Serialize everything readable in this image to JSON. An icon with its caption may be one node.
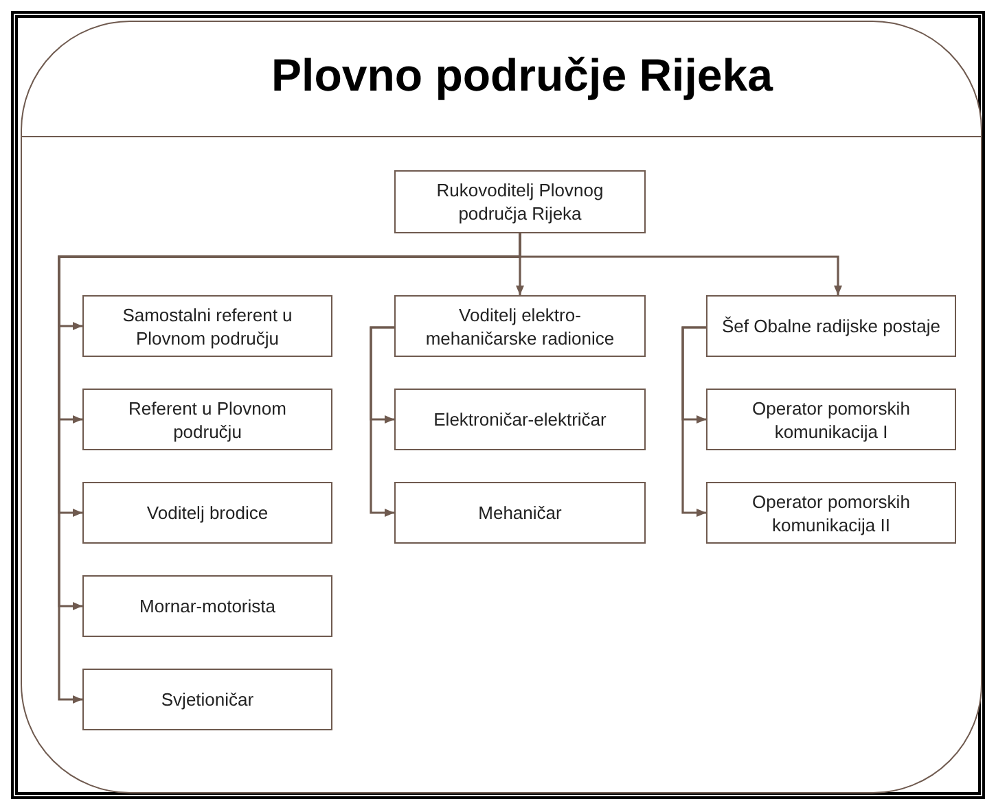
{
  "diagram": {
    "title": "Plovno područje Rijeka",
    "nodes": [
      {
        "text": [
          "Rukovoditelj Plovnog područja Rijeka"
        ]
      },
      {
        "text": [
          "Samostalni referent u Plovnom području"
        ]
      },
      {
        "text": [
          "Referent u Plovnom području"
        ]
      },
      {
        "text": [
          "Voditelj brodice"
        ]
      },
      {
        "text": [
          "Mornar-motorista"
        ]
      },
      {
        "text": [
          "Svjetioničar"
        ]
      },
      {
        "text": [
          "Voditelj elektro-mehaničarske radionice"
        ]
      },
      {
        "text": [
          "Elektroničar-električar"
        ]
      },
      {
        "text": [
          "Mehaničar"
        ]
      },
      {
        "text": [
          "Šef Obalne radijske postaje"
        ]
      },
      {
        "text": [
          "Operator pomorskih komunikacija I"
        ]
      },
      {
        "text": [
          "Operator pomorskih komunikacija II"
        ]
      }
    ],
    "edges": [
      {
        "from": 0,
        "to": 1,
        "arrow": "to"
      },
      {
        "from": 0,
        "to": 2,
        "arrow": "to"
      },
      {
        "from": 0,
        "to": 3,
        "arrow": "to"
      },
      {
        "from": 0,
        "to": 4,
        "arrow": "to"
      },
      {
        "from": 0,
        "to": 5,
        "arrow": "to"
      },
      {
        "from": 0,
        "to": 6,
        "arrow": "to"
      },
      {
        "from": 0,
        "to": 9,
        "arrow": "to"
      },
      {
        "from": 6,
        "to": 7,
        "arrow": "to"
      },
      {
        "from": 6,
        "to": 8,
        "arrow": "to"
      },
      {
        "from": 9,
        "to": 10,
        "arrow": "to"
      },
      {
        "from": 9,
        "to": 11,
        "arrow": "to"
      }
    ]
  }
}
